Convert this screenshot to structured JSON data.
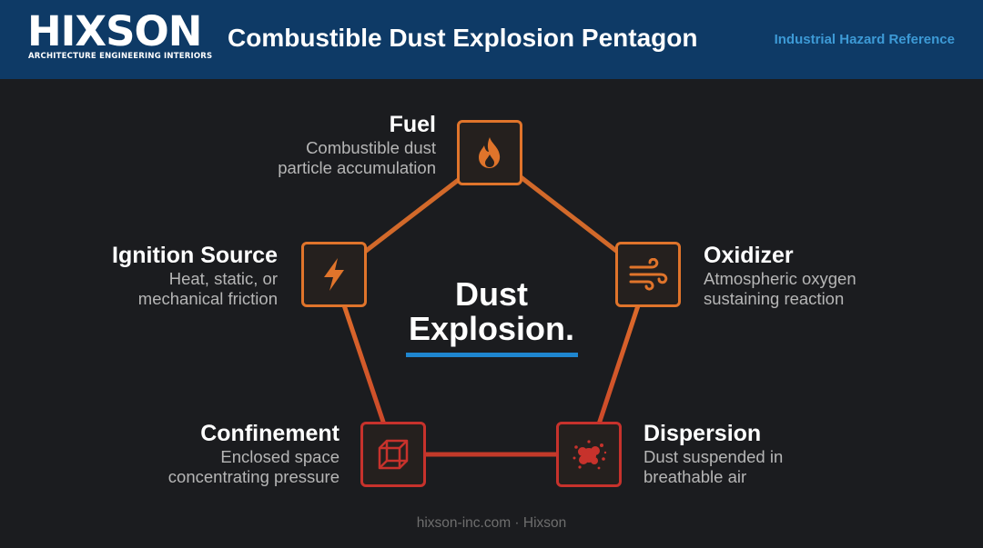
{
  "header": {
    "logo_word": "HIXSON",
    "logo_tagline": "ARCHITECTURE ENGINEERING INTERIORS",
    "title": "Combustible Dust Explosion Pentagon",
    "reference": "Industrial Hazard Reference"
  },
  "center": {
    "line1": "Dust",
    "line2": "Explosion."
  },
  "nodes": {
    "fuel": {
      "title": "Fuel",
      "desc1": "Combustible dust",
      "desc2": "particle accumulation",
      "icon": "flame-icon"
    },
    "ignition": {
      "title": "Ignition Source",
      "desc1": "Heat, static, or",
      "desc2": "mechanical friction",
      "icon": "lightning-icon"
    },
    "oxidizer": {
      "title": "Oxidizer",
      "desc1": "Atmospheric oxygen",
      "desc2": "sustaining reaction",
      "icon": "wind-icon"
    },
    "confinement": {
      "title": "Confinement",
      "desc1": "Enclosed space",
      "desc2": "concentrating pressure",
      "icon": "cube-icon"
    },
    "dispersion": {
      "title": "Dispersion",
      "desc1": "Dust suspended in",
      "desc2": "breathable air",
      "icon": "dust-cloud-icon"
    }
  },
  "colors": {
    "header_bg": "#0e3a66",
    "accent_orange": "#e0742b",
    "accent_red": "#c7322c",
    "accent_blue": "#1f86cf"
  },
  "footer": "hixson-inc.com · Hixson"
}
